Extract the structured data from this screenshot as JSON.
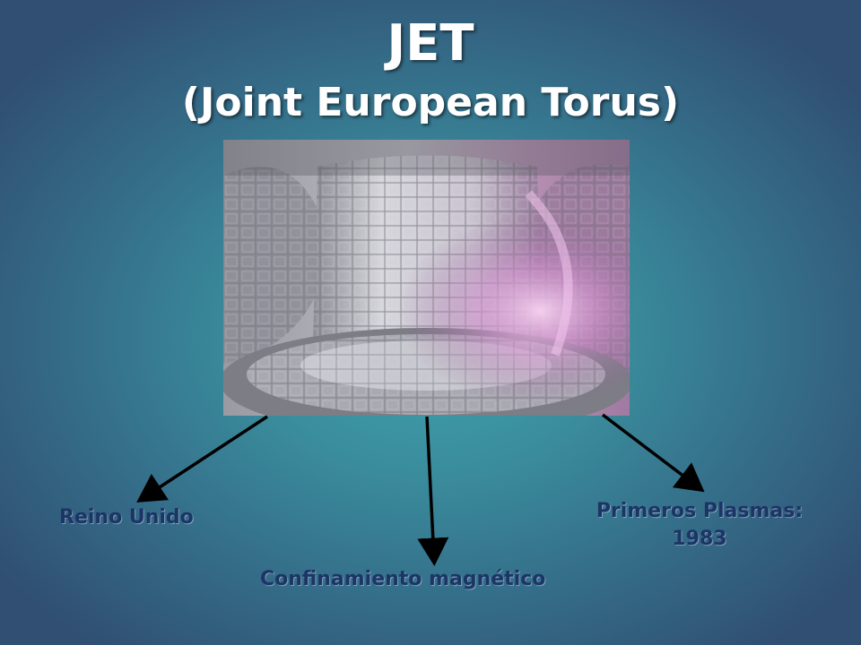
{
  "slide": {
    "title": "JET",
    "subtitle": "(Joint European Torus)",
    "labels": {
      "location": "Reino Unido",
      "first_plasma_line1": "Primeros Plasmas:",
      "first_plasma_line2": "1983",
      "confinement": "Confinamiento magnético"
    },
    "image": {
      "subject": "tokamak-vessel-interior"
    },
    "colors": {
      "title": "#ffffff",
      "label": "#1c3566",
      "background_center": "#3fa3ad",
      "background_edge": "#304f73",
      "arrow": "#000000"
    }
  }
}
